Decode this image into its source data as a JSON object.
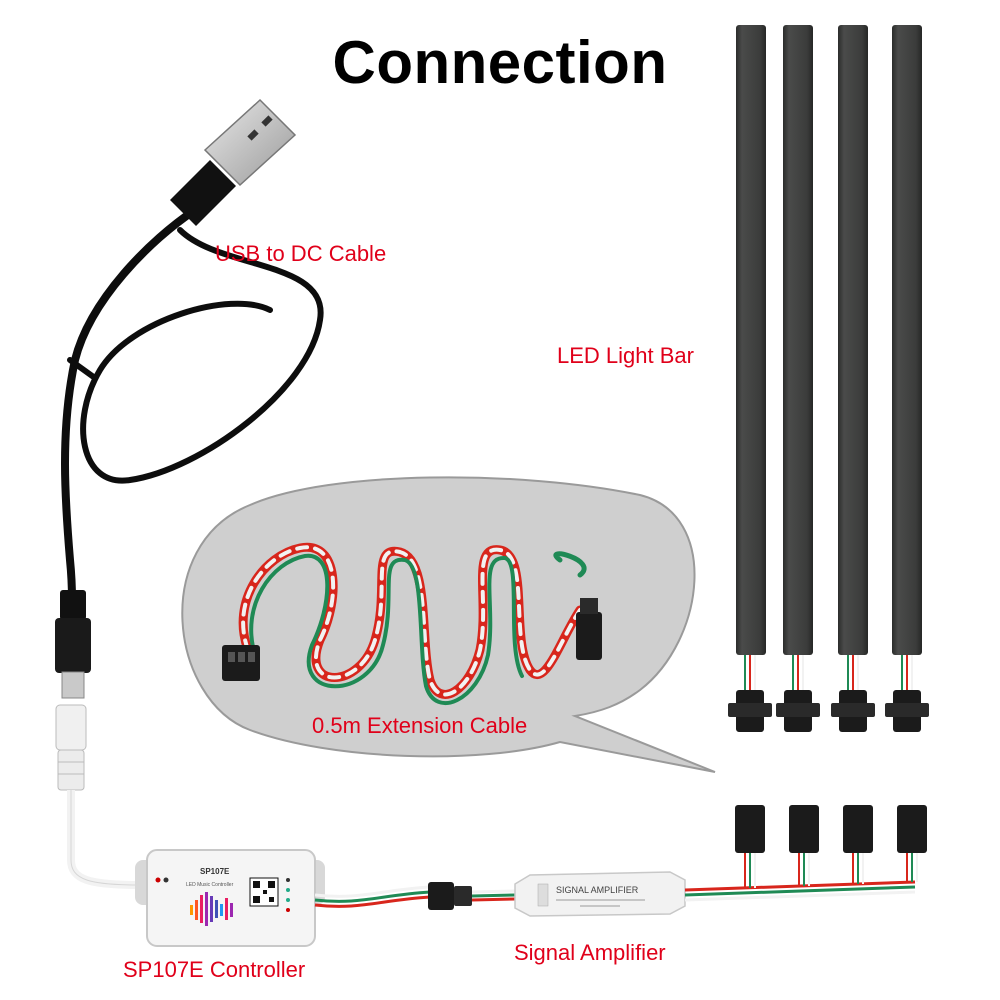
{
  "title": "Connection",
  "labels": {
    "usb_cable": "USB to DC Cable",
    "light_bar": "LED Light Bar",
    "extension": "0.5m Extension Cable",
    "controller": "SP107E Controller",
    "amplifier": "Signal Amplifier"
  },
  "controller_device": {
    "model": "SP107E",
    "subtitle": "LED Music Controller"
  },
  "amplifier_device": {
    "label": "SIGNAL AMPLIFIER"
  },
  "colors": {
    "label_red": "#e0001a",
    "wire_red": "#d8261c",
    "wire_green": "#1f8a55",
    "wire_white": "#f2f2f2",
    "bar_dark": "#3a3b3a",
    "bubble_grey": "#cfcfcf"
  }
}
